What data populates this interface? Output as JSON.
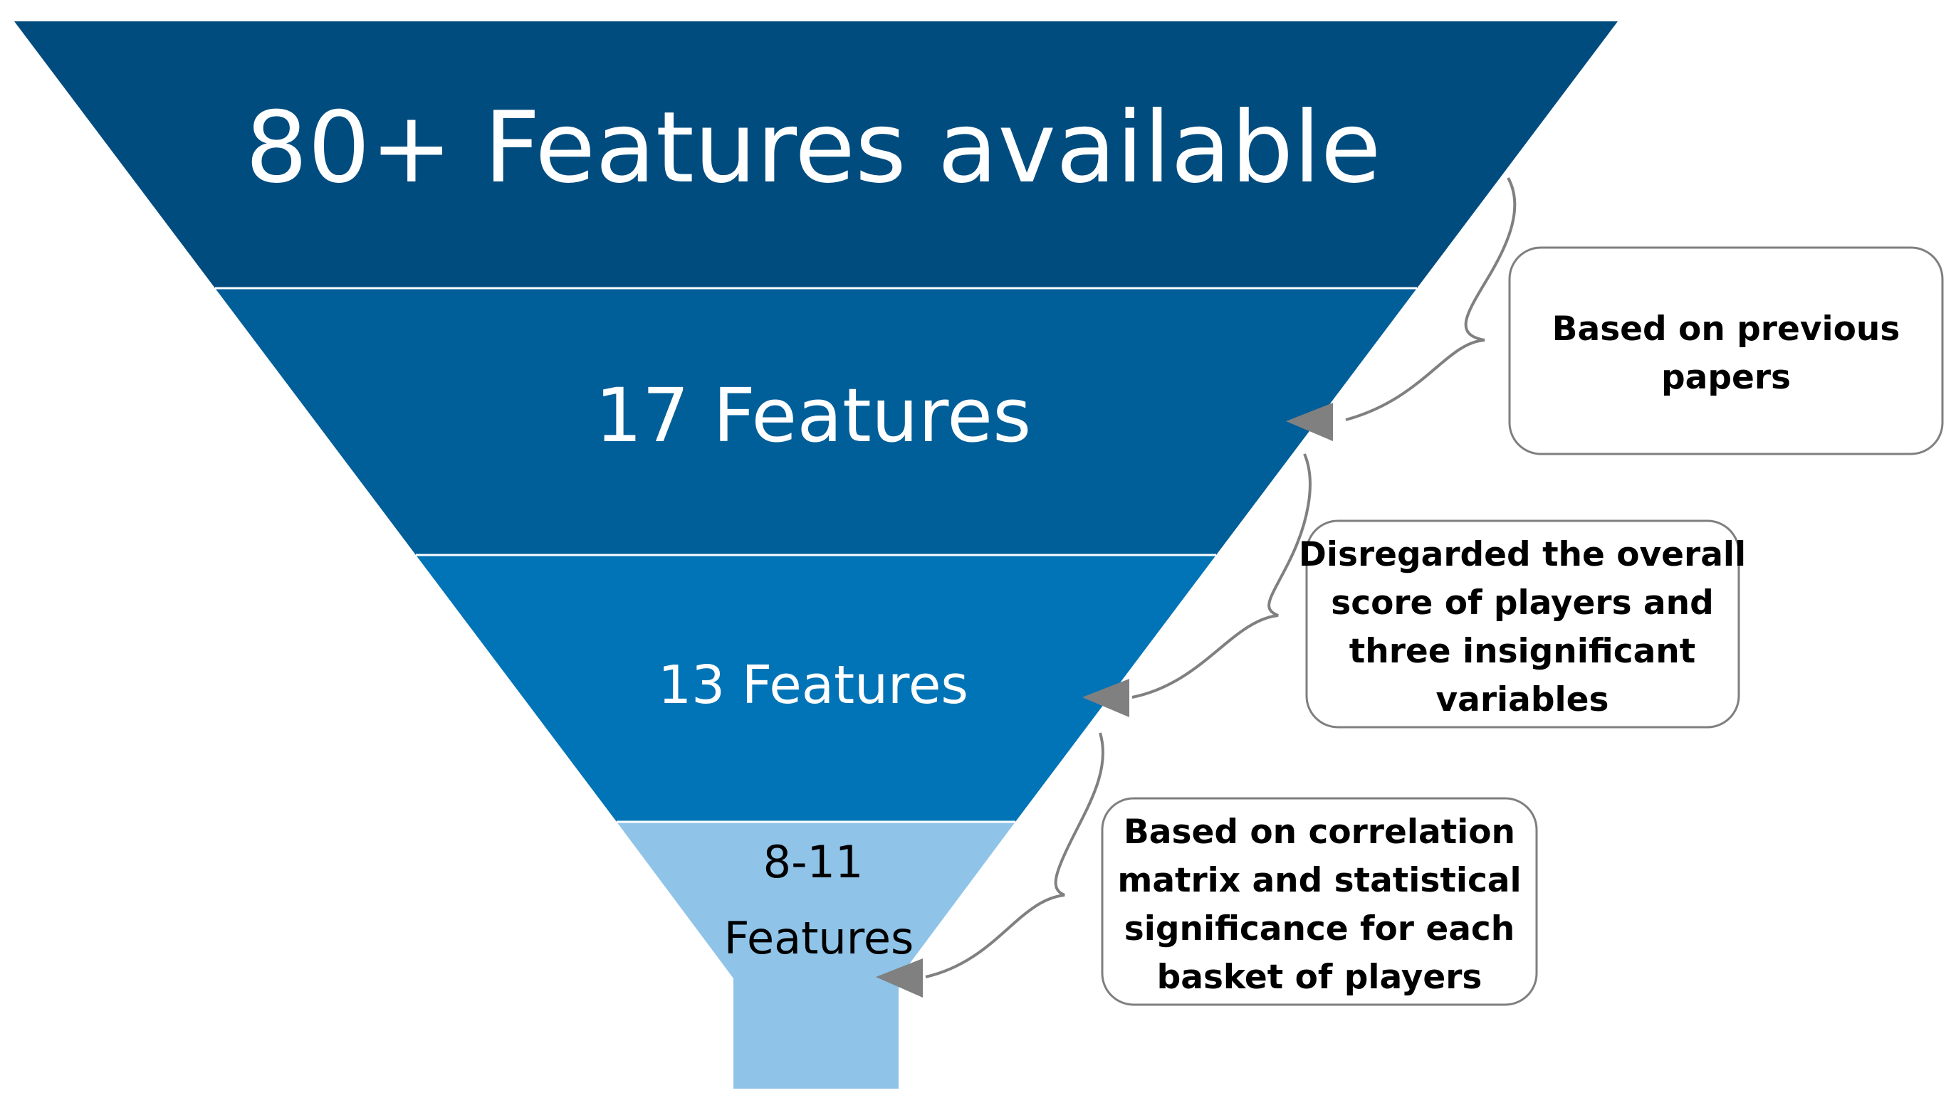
{
  "colors": {
    "stage_1": "#004C7F",
    "stage_2": "#005E99",
    "stage_3": "#0074B6",
    "stage_4": "#8FC4E8",
    "divider": "#FFFFFF",
    "arrow": "#808080",
    "box_border": "#7F7F7F"
  },
  "funnel": {
    "stages": [
      {
        "label": "80+ Features available"
      },
      {
        "label": "17 Features"
      },
      {
        "label": "13 Features"
      },
      {
        "label_line1": "8-11",
        "label_line2": "Features"
      }
    ]
  },
  "annotations": [
    {
      "lines": [
        "Based on previous",
        "papers"
      ]
    },
    {
      "lines": [
        "Disregarded the overall",
        "score of players and",
        "three insignificant",
        "variables"
      ]
    },
    {
      "lines": [
        "Based on correlation",
        "matrix and statistical",
        "significance for each",
        "basket of players"
      ]
    }
  ]
}
